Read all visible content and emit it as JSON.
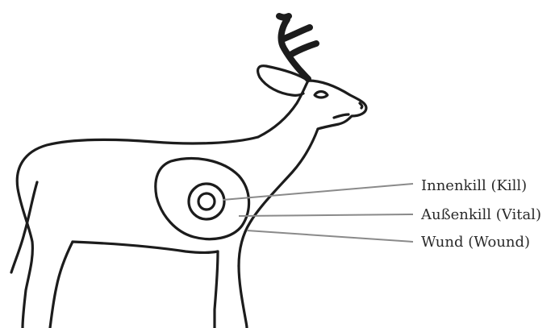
{
  "labels": {
    "kill": "Innenkill (Kill)",
    "vital": "Außenkill (Vital)",
    "wound": "Wund (Wound)"
  },
  "colors": {
    "outline": "#1c1c1c",
    "leader_line": "#8a8a8a",
    "label_text": "#2a2a2a",
    "background": "#ffffff"
  }
}
